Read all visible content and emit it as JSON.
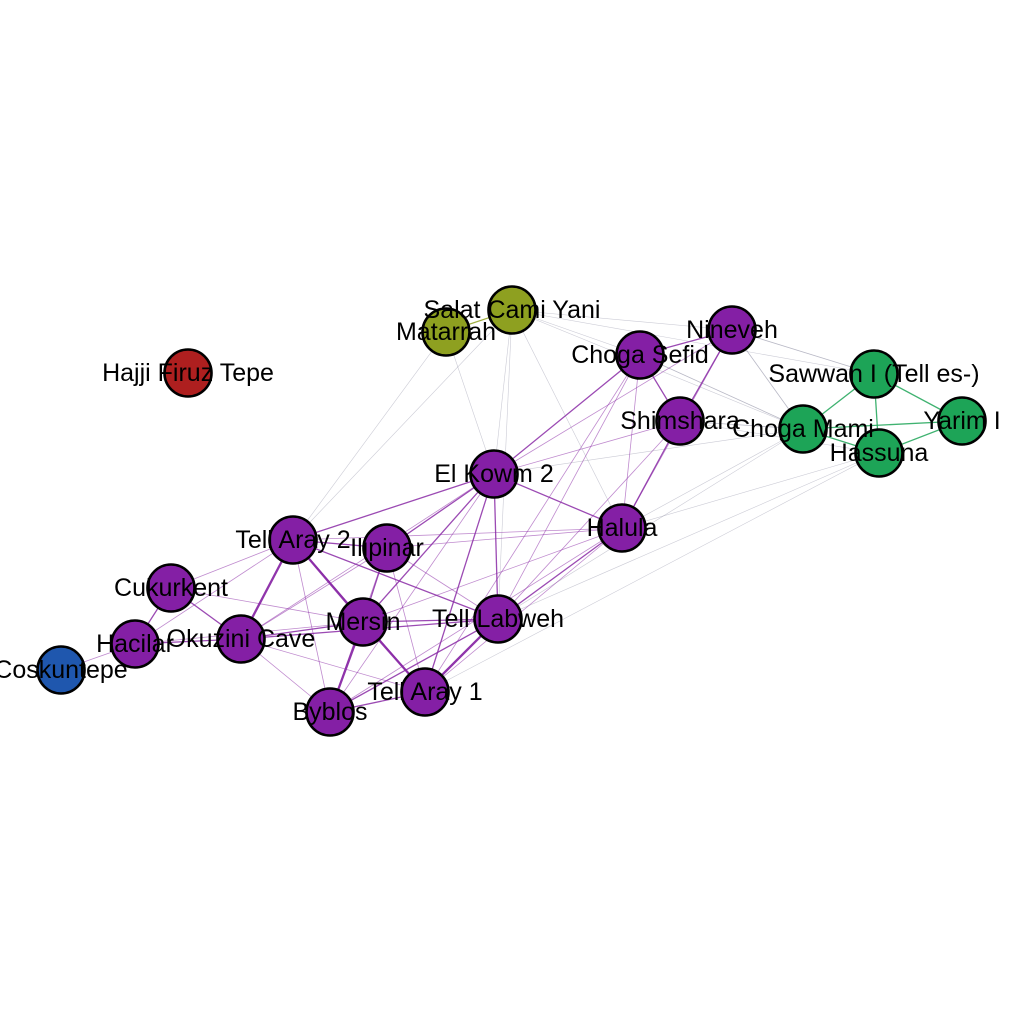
{
  "colors": {
    "purple": "#841fa5",
    "green": "#1da457",
    "olive": "#8ea020",
    "red": "#ae1f1f",
    "blue": "#1f57ae",
    "node_outline": "#000000"
  },
  "nodes": [
    {
      "id": "hajji",
      "label": "Hajji Firuz Tepe",
      "color": "red"
    },
    {
      "id": "coskuntepe",
      "label": "Coskuntepe",
      "color": "blue"
    },
    {
      "id": "salat",
      "label": "Salat Cami Yani",
      "color": "olive"
    },
    {
      "id": "matarrah",
      "label": "Matarrah",
      "color": "olive"
    },
    {
      "id": "nineveh",
      "label": "Nineveh",
      "color": "purple"
    },
    {
      "id": "chogasefid",
      "label": "Choga Sefid",
      "color": "purple"
    },
    {
      "id": "shimshara",
      "label": "Shimshara",
      "color": "purple"
    },
    {
      "id": "sawwan",
      "label": "Sawwan I (Tell es-)",
      "color": "green"
    },
    {
      "id": "chogamami",
      "label": "Choga Mami",
      "color": "green"
    },
    {
      "id": "yarim",
      "label": "Yarim I",
      "color": "green"
    },
    {
      "id": "hassuna",
      "label": "Hassuna",
      "color": "green"
    },
    {
      "id": "elkowm",
      "label": "El Kowm 2",
      "color": "purple"
    },
    {
      "id": "halula",
      "label": "Halula",
      "color": "purple"
    },
    {
      "id": "tellaray2",
      "label": "Tell Aray 2",
      "color": "purple"
    },
    {
      "id": "ilipinar",
      "label": "Ilipinar",
      "color": "purple"
    },
    {
      "id": "cukurkent",
      "label": "Cukurkent",
      "color": "purple"
    },
    {
      "id": "hacilar",
      "label": "Hacilar",
      "color": "purple"
    },
    {
      "id": "okuzini",
      "label": "Okuzini Cave",
      "color": "purple"
    },
    {
      "id": "mersin",
      "label": "Mersin",
      "color": "purple"
    },
    {
      "id": "telllabweh",
      "label": "Tell Labweh",
      "color": "purple"
    },
    {
      "id": "tellaray1",
      "label": "Tell Aray 1",
      "color": "purple"
    },
    {
      "id": "byblos",
      "label": "Byblos",
      "color": "purple"
    }
  ],
  "edges": [
    {
      "source": "tellaray2",
      "target": "okuzini",
      "strength": "strong",
      "color": "purple"
    },
    {
      "source": "tellaray2",
      "target": "mersin",
      "strength": "strong",
      "color": "purple"
    },
    {
      "source": "tellaray2",
      "target": "tellaray1",
      "strength": "medium",
      "color": "purple"
    },
    {
      "source": "tellaray2",
      "target": "telllabweh",
      "strength": "medium",
      "color": "purple"
    },
    {
      "source": "tellaray2",
      "target": "ilipinar",
      "strength": "medium",
      "color": "purple"
    },
    {
      "source": "tellaray2",
      "target": "elkowm",
      "strength": "medium",
      "color": "purple"
    },
    {
      "source": "tellaray2",
      "target": "cukurkent",
      "strength": "weak",
      "color": "purple"
    },
    {
      "source": "tellaray2",
      "target": "halula",
      "strength": "weak",
      "color": "purple"
    },
    {
      "source": "tellaray2",
      "target": "byblos",
      "strength": "weak",
      "color": "purple"
    },
    {
      "source": "tellaray2",
      "target": "hacilar",
      "strength": "weak",
      "color": "purple"
    },
    {
      "source": "tellaray2",
      "target": "salat",
      "strength": "faint",
      "color": "grey"
    },
    {
      "source": "tellaray2",
      "target": "matarrah",
      "strength": "faint",
      "color": "grey"
    },
    {
      "source": "ilipinar",
      "target": "mersin",
      "strength": "medium",
      "color": "purple"
    },
    {
      "source": "ilipinar",
      "target": "elkowm",
      "strength": "medium",
      "color": "purple"
    },
    {
      "source": "ilipinar",
      "target": "okuzini",
      "strength": "weak",
      "color": "purple"
    },
    {
      "source": "ilipinar",
      "target": "byblos",
      "strength": "weak",
      "color": "purple"
    },
    {
      "source": "ilipinar",
      "target": "telllabweh",
      "strength": "weak",
      "color": "purple"
    },
    {
      "source": "ilipinar",
      "target": "halula",
      "strength": "weak",
      "color": "purple"
    },
    {
      "source": "ilipinar",
      "target": "tellaray1",
      "strength": "weak",
      "color": "purple"
    },
    {
      "source": "cukurkent",
      "target": "okuzini",
      "strength": "medium",
      "color": "purple"
    },
    {
      "source": "cukurkent",
      "target": "hacilar",
      "strength": "medium",
      "color": "purple"
    },
    {
      "source": "cukurkent",
      "target": "mersin",
      "strength": "weak",
      "color": "purple"
    },
    {
      "source": "hacilar",
      "target": "okuzini",
      "strength": "medium",
      "color": "purple"
    },
    {
      "source": "hacilar",
      "target": "mersin",
      "strength": "weak",
      "color": "purple"
    },
    {
      "source": "hacilar",
      "target": "coskuntepe",
      "strength": "weak",
      "color": "purple"
    },
    {
      "source": "okuzini",
      "target": "mersin",
      "strength": "medium",
      "color": "purple"
    },
    {
      "source": "okuzini",
      "target": "telllabweh",
      "strength": "medium",
      "color": "purple"
    },
    {
      "source": "okuzini",
      "target": "tellaray1",
      "strength": "weak",
      "color": "purple"
    },
    {
      "source": "okuzini",
      "target": "byblos",
      "strength": "weak",
      "color": "purple"
    },
    {
      "source": "okuzini",
      "target": "elkowm",
      "strength": "weak",
      "color": "purple"
    },
    {
      "source": "mersin",
      "target": "telllabweh",
      "strength": "medium",
      "color": "purple"
    },
    {
      "source": "mersin",
      "target": "tellaray1",
      "strength": "strong",
      "color": "purple"
    },
    {
      "source": "mersin",
      "target": "byblos",
      "strength": "strong",
      "color": "purple"
    },
    {
      "source": "mersin",
      "target": "elkowm",
      "strength": "medium",
      "color": "purple"
    },
    {
      "source": "mersin",
      "target": "halula",
      "strength": "weak",
      "color": "purple"
    },
    {
      "source": "telllabweh",
      "target": "tellaray1",
      "strength": "strong",
      "color": "purple"
    },
    {
      "source": "telllabweh",
      "target": "byblos",
      "strength": "medium",
      "color": "purple"
    },
    {
      "source": "telllabweh",
      "target": "elkowm",
      "strength": "medium",
      "color": "purple"
    },
    {
      "source": "telllabweh",
      "target": "halula",
      "strength": "medium",
      "color": "purple"
    },
    {
      "source": "telllabweh",
      "target": "shimshara",
      "strength": "weak",
      "color": "purple"
    },
    {
      "source": "telllabweh",
      "target": "chogasefid",
      "strength": "weak",
      "color": "purple"
    },
    {
      "source": "telllabweh",
      "target": "hassuna",
      "strength": "faint",
      "color": "grey"
    },
    {
      "source": "telllabweh",
      "target": "chogamami",
      "strength": "faint",
      "color": "grey"
    },
    {
      "source": "telllabweh",
      "target": "salat",
      "strength": "faint",
      "color": "grey"
    },
    {
      "source": "tellaray1",
      "target": "byblos",
      "strength": "medium",
      "color": "purple"
    },
    {
      "source": "tellaray1",
      "target": "elkowm",
      "strength": "medium",
      "color": "purple"
    },
    {
      "source": "tellaray1",
      "target": "halula",
      "strength": "weak",
      "color": "purple"
    },
    {
      "source": "tellaray1",
      "target": "chogasefid",
      "strength": "weak",
      "color": "purple"
    },
    {
      "source": "tellaray1",
      "target": "hassuna",
      "strength": "faint",
      "color": "grey"
    },
    {
      "source": "byblos",
      "target": "elkowm",
      "strength": "weak",
      "color": "purple"
    },
    {
      "source": "byblos",
      "target": "halula",
      "strength": "weak",
      "color": "purple"
    },
    {
      "source": "elkowm",
      "target": "halula",
      "strength": "medium",
      "color": "purple"
    },
    {
      "source": "elkowm",
      "target": "chogasefid",
      "strength": "medium",
      "color": "purple"
    },
    {
      "source": "elkowm",
      "target": "shimshara",
      "strength": "weak",
      "color": "purple"
    },
    {
      "source": "elkowm",
      "target": "nineveh",
      "strength": "weak",
      "color": "purple"
    },
    {
      "source": "elkowm",
      "target": "salat",
      "strength": "faint",
      "color": "grey"
    },
    {
      "source": "elkowm",
      "target": "matarrah",
      "strength": "faint",
      "color": "grey"
    },
    {
      "source": "elkowm",
      "target": "chogamami",
      "strength": "faint",
      "color": "grey"
    },
    {
      "source": "halula",
      "target": "shimshara",
      "strength": "medium",
      "color": "purple"
    },
    {
      "source": "halula",
      "target": "chogasefid",
      "strength": "weak",
      "color": "purple"
    },
    {
      "source": "halula",
      "target": "nineveh",
      "strength": "weak",
      "color": "purple"
    },
    {
      "source": "halula",
      "target": "salat",
      "strength": "faint",
      "color": "grey"
    },
    {
      "source": "halula",
      "target": "chogamami",
      "strength": "faint",
      "color": "grey"
    },
    {
      "source": "halula",
      "target": "hassuna",
      "strength": "faint",
      "color": "grey"
    },
    {
      "source": "chogasefid",
      "target": "shimshara",
      "strength": "medium",
      "color": "purple"
    },
    {
      "source": "chogasefid",
      "target": "nineveh",
      "strength": "medium",
      "color": "purple"
    },
    {
      "source": "chogasefid",
      "target": "salat",
      "strength": "faint",
      "color": "grey"
    },
    {
      "source": "chogasefid",
      "target": "chogamami",
      "strength": "weak",
      "color": "grey"
    },
    {
      "source": "shimshara",
      "target": "nineveh",
      "strength": "medium",
      "color": "purple"
    },
    {
      "source": "shimshara",
      "target": "chogamami",
      "strength": "weak",
      "color": "grey"
    },
    {
      "source": "shimshara",
      "target": "hassuna",
      "strength": "faint",
      "color": "grey"
    },
    {
      "source": "nineveh",
      "target": "sawwan",
      "strength": "weak",
      "color": "grey"
    },
    {
      "source": "nineveh",
      "target": "chogamami",
      "strength": "weak",
      "color": "grey"
    },
    {
      "source": "nineveh",
      "target": "salat",
      "strength": "faint",
      "color": "grey"
    },
    {
      "source": "salat",
      "target": "matarrah",
      "strength": "medium",
      "color": "olive"
    },
    {
      "source": "salat",
      "target": "chogamami",
      "strength": "faint",
      "color": "grey"
    },
    {
      "source": "salat",
      "target": "sawwan",
      "strength": "faint",
      "color": "grey"
    },
    {
      "source": "sawwan",
      "target": "chogamami",
      "strength": "medium",
      "color": "green"
    },
    {
      "source": "sawwan",
      "target": "hassuna",
      "strength": "medium",
      "color": "green"
    },
    {
      "source": "sawwan",
      "target": "yarim",
      "strength": "medium",
      "color": "green"
    },
    {
      "source": "chogamami",
      "target": "hassuna",
      "strength": "medium",
      "color": "green"
    },
    {
      "source": "chogamami",
      "target": "yarim",
      "strength": "medium",
      "color": "green"
    },
    {
      "source": "hassuna",
      "target": "yarim",
      "strength": "medium",
      "color": "green"
    }
  ]
}
